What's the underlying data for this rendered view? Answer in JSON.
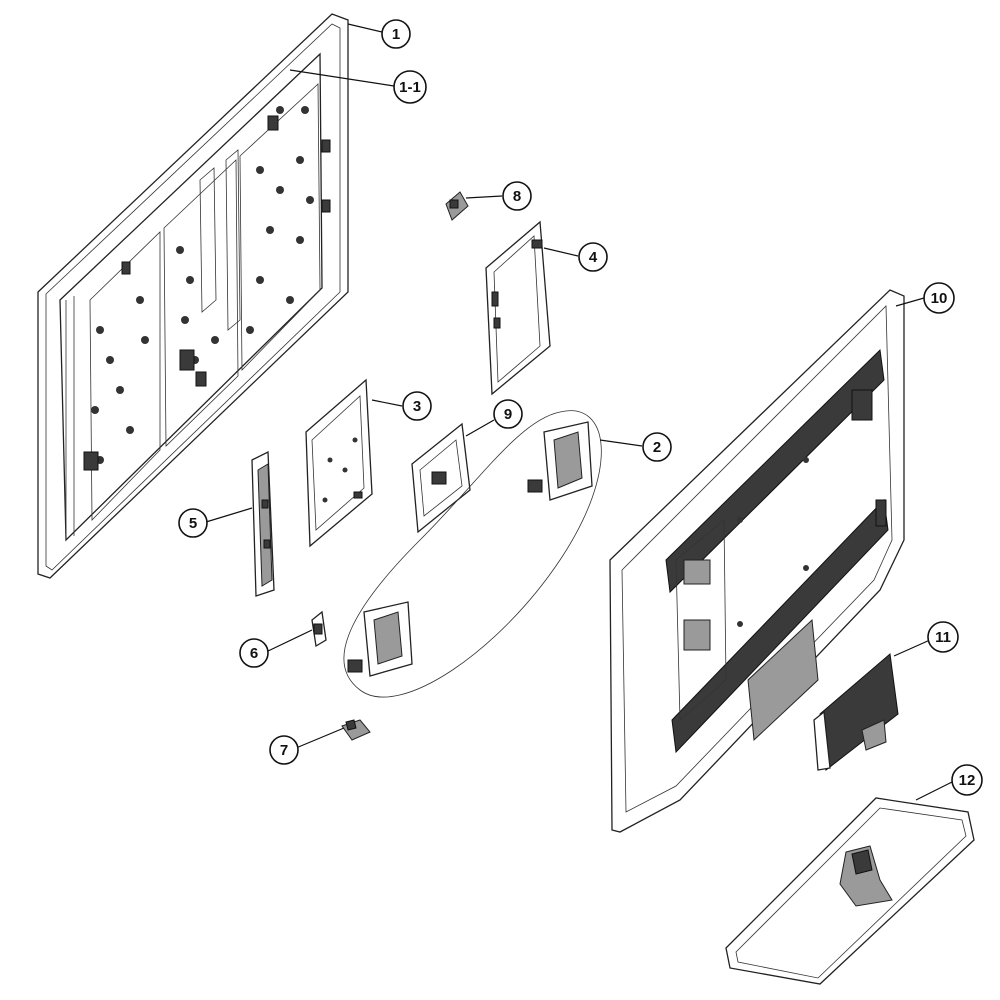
{
  "diagram": {
    "callouts": [
      {
        "id": "1",
        "label": "1"
      },
      {
        "id": "1-1",
        "label": "1-1"
      },
      {
        "id": "2",
        "label": "2"
      },
      {
        "id": "3",
        "label": "3"
      },
      {
        "id": "4",
        "label": "4"
      },
      {
        "id": "5",
        "label": "5"
      },
      {
        "id": "6",
        "label": "6"
      },
      {
        "id": "7",
        "label": "7"
      },
      {
        "id": "8",
        "label": "8"
      },
      {
        "id": "9",
        "label": "9"
      },
      {
        "id": "10",
        "label": "10"
      },
      {
        "id": "11",
        "label": "11"
      },
      {
        "id": "12",
        "label": "12"
      }
    ]
  }
}
